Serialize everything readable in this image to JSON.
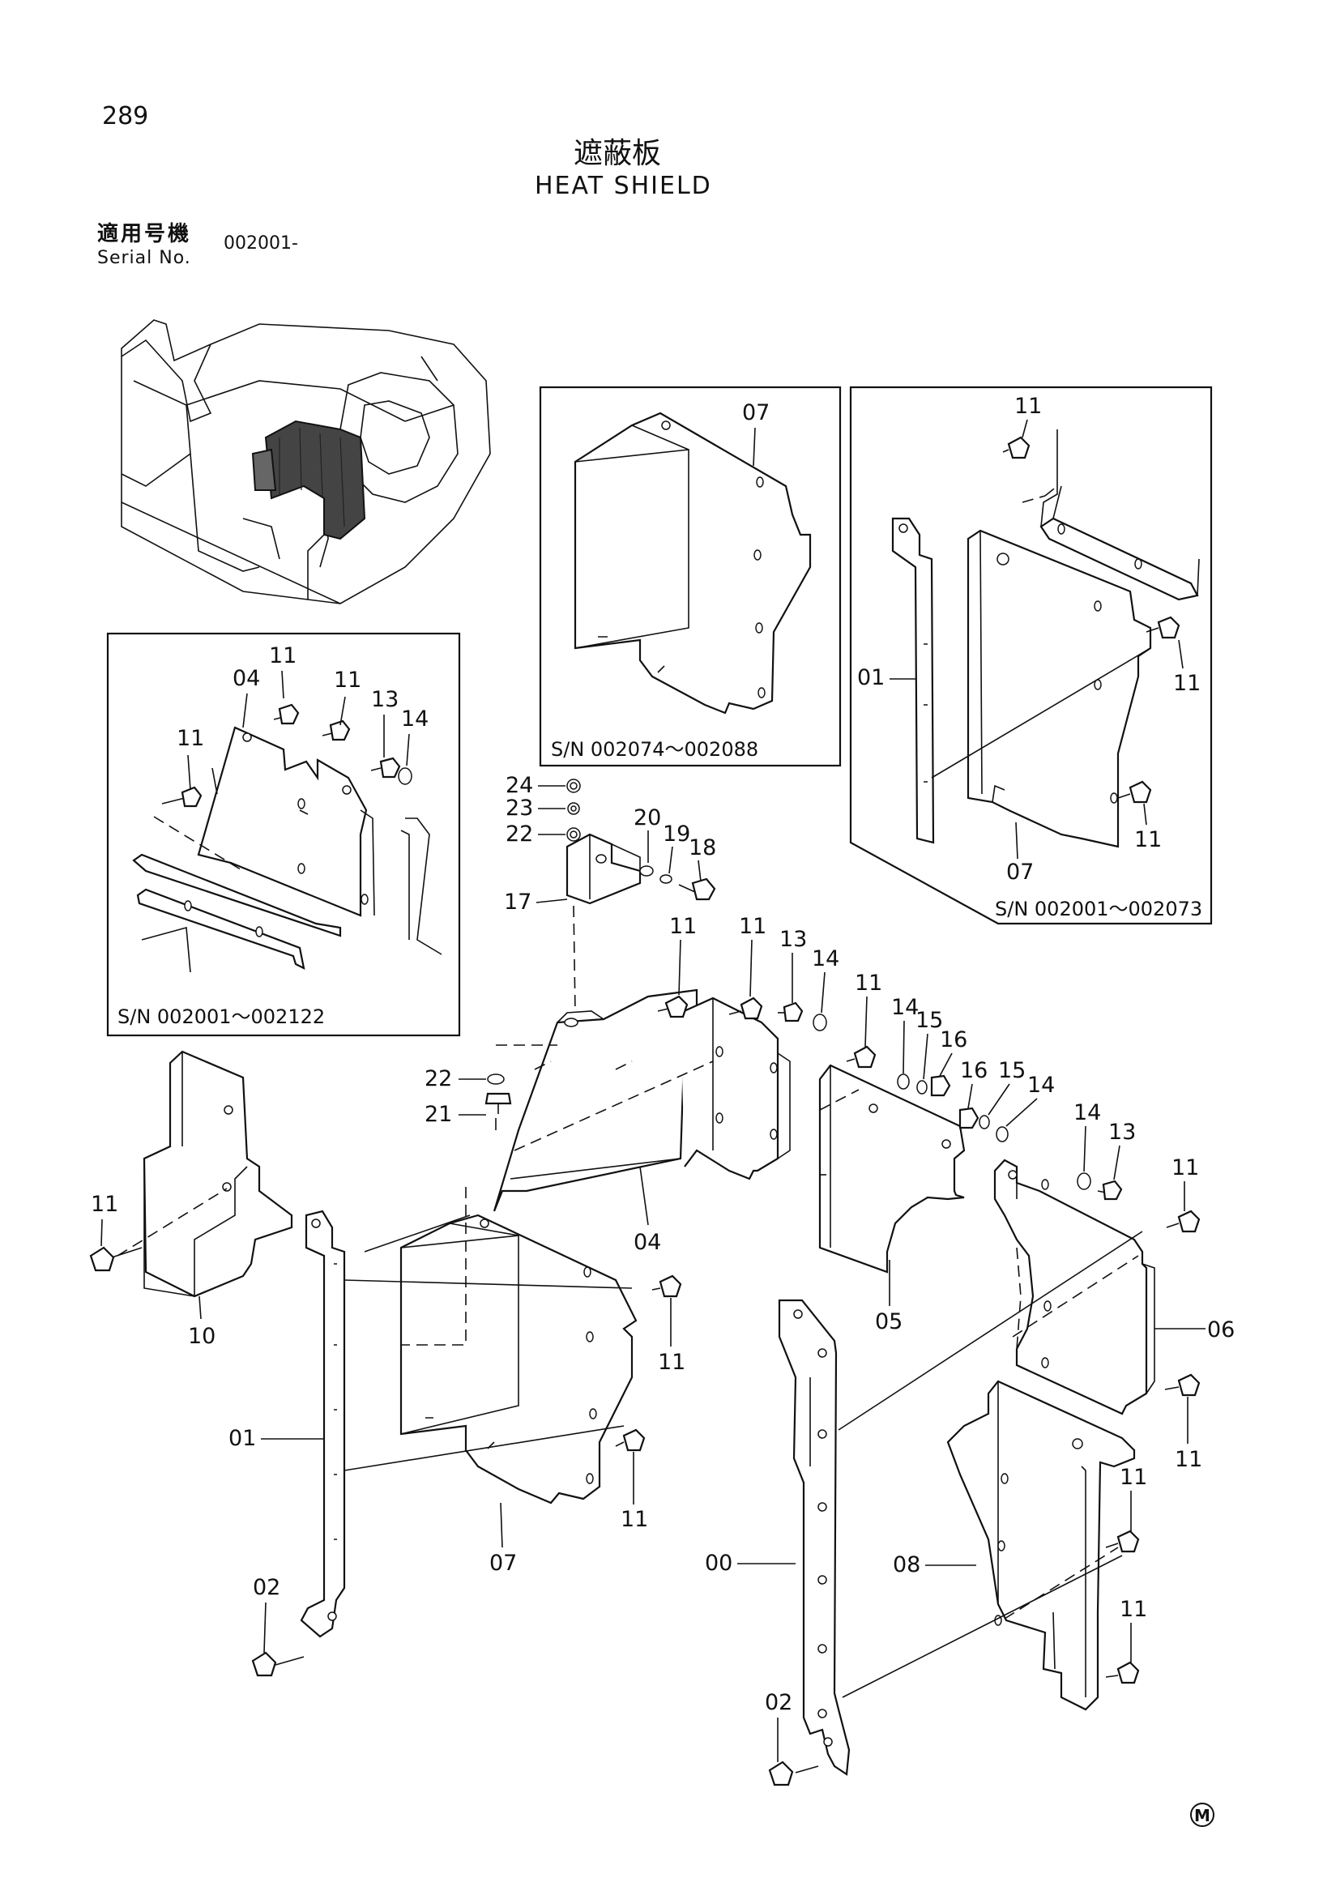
{
  "page": {
    "page_number": "289",
    "title_jp": "遮蔽板",
    "title_en": "HEAT SHIELD",
    "serial_label_jp": "適用号機",
    "serial_label_en": "Serial No.",
    "serial_value": "002001-",
    "mark": "M"
  },
  "insets": {
    "left": {
      "caption": "S/N 002001～002122"
    },
    "middle": {
      "caption": "S/N 002074～002088"
    },
    "right": {
      "caption": "S/N 002001～002073"
    }
  },
  "callouts": {
    "00": "00",
    "01": "01",
    "02": "02",
    "04": "04",
    "05": "05",
    "06": "06",
    "07": "07",
    "08": "08",
    "10": "10",
    "11": "11",
    "13": "13",
    "14": "14",
    "15": "15",
    "16": "16",
    "17": "17",
    "18": "18",
    "19": "19",
    "20": "20",
    "21": "21",
    "22": "22",
    "23": "23",
    "24": "24"
  },
  "colors": {
    "ink": "#111111",
    "paper": "#ffffff"
  }
}
